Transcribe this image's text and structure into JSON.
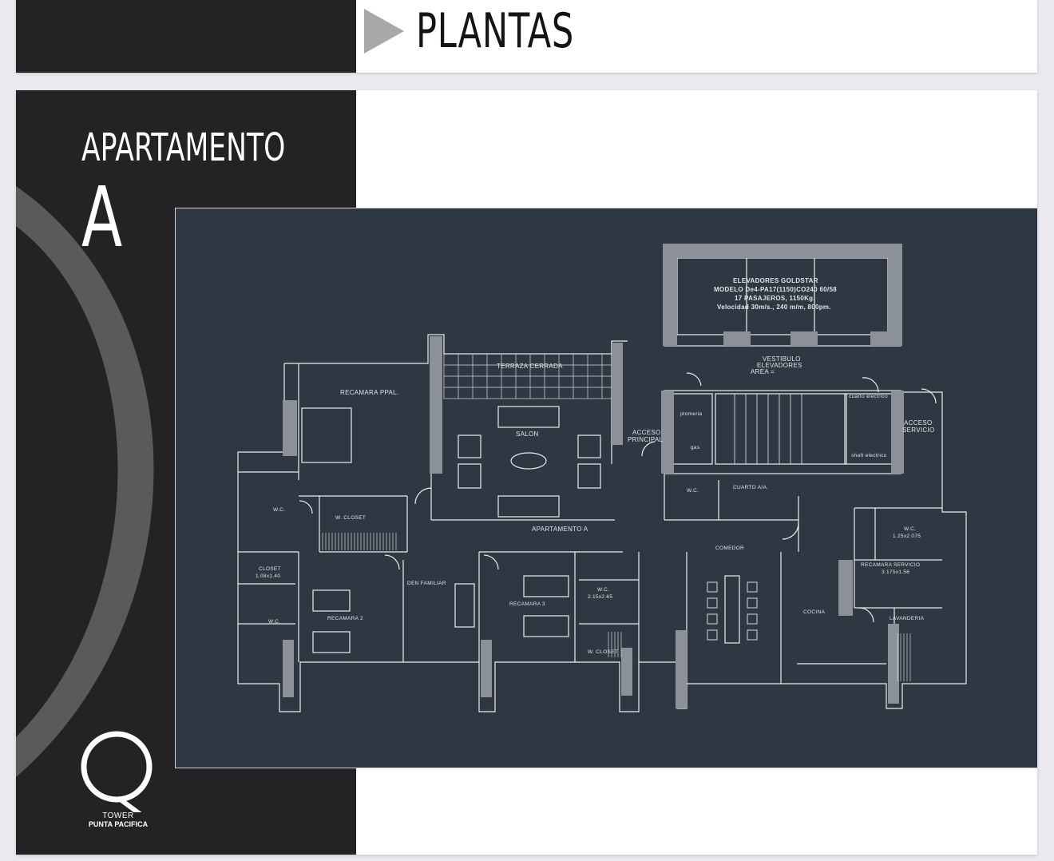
{
  "header": {
    "title": "PLANTAS",
    "play_icon": "play-triangle-icon"
  },
  "sidebar": {
    "label": "APARTAMENTO",
    "letter": "A",
    "logo": {
      "icon": "q-logo-icon",
      "line1": "TOWER",
      "line2": "PUNTA PACIFICA"
    }
  },
  "floorplan": {
    "labels": {
      "elev1": "ELEVADORES GOLDSTAR",
      "elev2": "MODELO De4-PA17(1150)CO240 60/58",
      "elev3": "17 PASAJEROS, 1150Kg.",
      "elev4": "Velocidad   30m/s., 240 m/m, 800pm.",
      "vestibulo1": "VESTIBULO",
      "vestibulo2": "ELEVADORES",
      "vestibulo3": "AREA =",
      "terraza": "TERRAZA CERRADA",
      "recamara_ppal": "RECAMARA PPAL.",
      "salon": "SALON",
      "acceso_principal1": "ACCESO",
      "acceso_principal2": "PRINCIPAL",
      "acceso_servicio1": "ACCESO",
      "acceso_servicio2": "SERVICIO",
      "plomeria": "plomeria",
      "gas": "gas",
      "cuarto_electrico": "cuarto electrico",
      "shaft_electrico": "shaft electrico",
      "wc_main": "W.C.",
      "w_closet": "W. CLOSET",
      "cuarto_aa": "CUARTO A/A.",
      "wc_center": "W.C.",
      "apartamento_a": "APARTAMENTO A",
      "comedor": "COMEDOR",
      "wc_servicio": "W.C.",
      "wc_servicio_dim": "1.25x2.075",
      "recamara_servicio": "RECAMARA SERVICIO",
      "recamara_servicio_dim": "3.175x1.56",
      "closet": "CLOSET",
      "closet_dim": "1.08x1.40",
      "den_familiar": "DEN FAMILIAR",
      "recamara_3": "RECAMARA 3",
      "wc_rec3": "W.C.",
      "wc_rec3_dim": "2.15x2.65",
      "wc_rec2": "W.C.",
      "recamara_2": "RECAMARA 2",
      "cocina": "COCINA",
      "lavanderia": "LAVANDERIA",
      "w_closet_2": "W. CLOSET"
    }
  },
  "colors": {
    "dark_panel": "#232325",
    "arc": "#5a5a5c",
    "plan_bg": "#2f3742",
    "plan_lines": "#e8ecf0",
    "plan_wall_fill": "#8d9096",
    "header_play": "#a8a8a8"
  }
}
